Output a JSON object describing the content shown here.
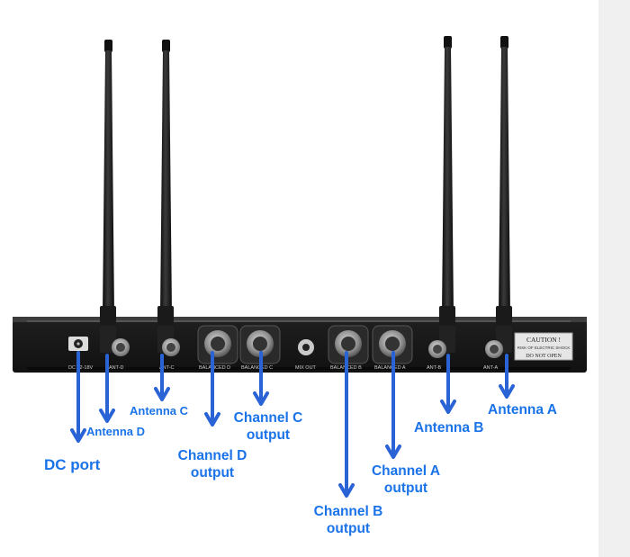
{
  "colors": {
    "arrow": "#2a63d6",
    "label": "#1a73e8",
    "unit_body": "#1c1c1c",
    "caution_panel": "#e6e6e6"
  },
  "device": {
    "panel_text": {
      "dc_port": "DC 12-18V",
      "ant_d": "ANT-D",
      "ant_c": "ANT-C",
      "balanced_d": "BALANCED D",
      "balanced_c": "BALANCED C",
      "mix_out": "MIX OUT",
      "balanced_b": "BALANCED B",
      "balanced_a": "BALANCED A",
      "ant_b": "ANT-B",
      "ant_a": "ANT-A"
    },
    "caution": {
      "title": "CAUTION !",
      "subtitle": "RISK OF ELECTRIC SHOCK",
      "warning": "DO NOT OPEN"
    }
  },
  "callouts": {
    "dc_port": {
      "line1": "DC port",
      "line2": ""
    },
    "antenna_d": {
      "line1": "Antenna D",
      "line2": ""
    },
    "antenna_c": {
      "line1": "Antenna C",
      "line2": ""
    },
    "channel_d": {
      "line1": "Channel D",
      "line2": "output"
    },
    "channel_c": {
      "line1": "Channel C",
      "line2": "output"
    },
    "channel_b": {
      "line1": "Channel B",
      "line2": "output"
    },
    "channel_a": {
      "line1": "Channel A",
      "line2": "output"
    },
    "antenna_b": {
      "line1": "Antenna B",
      "line2": ""
    },
    "antenna_a": {
      "line1": "Antenna A",
      "line2": ""
    }
  }
}
